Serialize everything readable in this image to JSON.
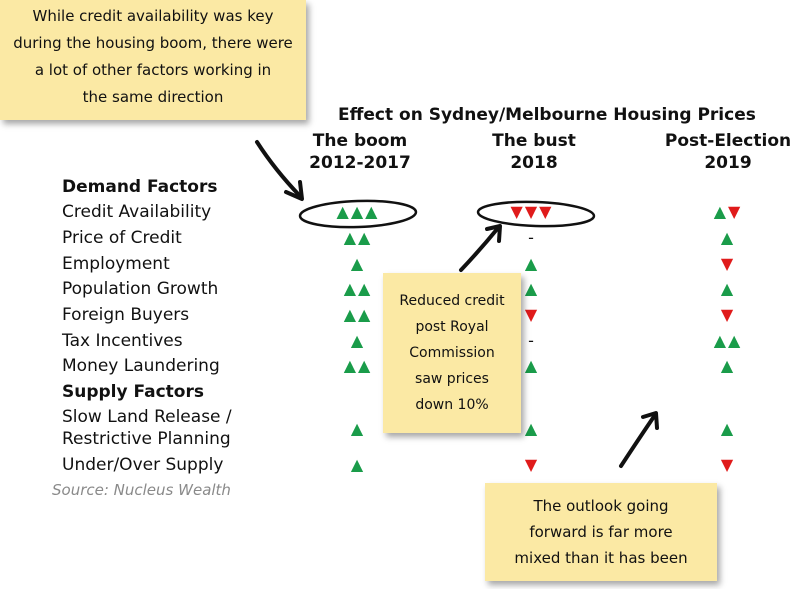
{
  "title": "Effect on Sydney/Melbourne Housing Prices",
  "columns": [
    {
      "line1": "The boom",
      "line2": "2012-2017"
    },
    {
      "line1": "The bust",
      "line2": "2018"
    },
    {
      "line1": "Post-Election",
      "line2": "2019"
    }
  ],
  "sections": {
    "demand": "Demand Factors",
    "supply": "Supply Factors"
  },
  "rows": [
    {
      "label": "Credit Availability",
      "cells": [
        "▲▲▲",
        "▼▼▼",
        "▲▼"
      ]
    },
    {
      "label": "Price of Credit",
      "cells": [
        "▲▲",
        "-",
        "▲"
      ]
    },
    {
      "label": "Employment",
      "cells": [
        "▲",
        "▲",
        "▼"
      ]
    },
    {
      "label": "Population Growth",
      "cells": [
        "▲▲",
        "▲",
        "▲"
      ]
    },
    {
      "label": "Foreign Buyers",
      "cells": [
        "▲▲",
        "▼",
        "▼"
      ]
    },
    {
      "label": "Tax Incentives",
      "cells": [
        "▲",
        "-",
        "▲▲"
      ]
    },
    {
      "label": "Money Laundering",
      "cells": [
        "▲▲",
        "▲",
        "▲"
      ]
    },
    {
      "label_line1": "Slow Land Release /",
      "label_line2": "Restrictive Planning",
      "cells": [
        "▲",
        "▲",
        "▲"
      ]
    },
    {
      "label": "Under/Over Supply",
      "cells": [
        "▲",
        "▼",
        "▼"
      ]
    }
  ],
  "source": "Source: Nucleus Wealth",
  "notes": {
    "top": [
      "While credit availability was key",
      "during the housing boom, there were",
      "a lot of other factors working in",
      "the same direction"
    ],
    "middle": [
      "Reduced credit",
      "post Royal",
      "Commission",
      "saw prices",
      "down 10%"
    ],
    "bottom": [
      "The outlook going",
      "forward is far more",
      "mixed than it has been"
    ]
  },
  "colors": {
    "up": "#1a9c4a",
    "down": "#e01b1b",
    "note": "#fbe9a4"
  }
}
